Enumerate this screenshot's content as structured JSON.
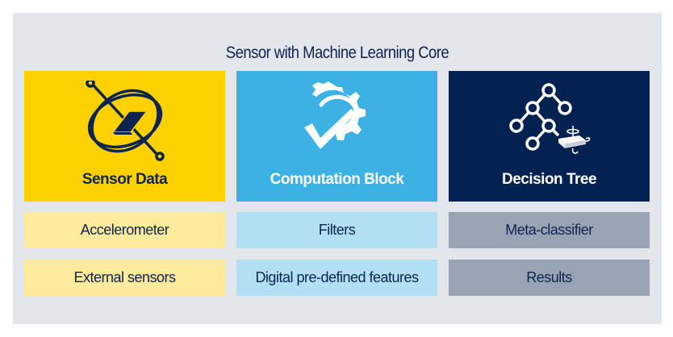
{
  "title": "Sensor with Machine Learning Core",
  "columns": [
    {
      "heading": "Sensor Data",
      "icon": "gyroscope-sensor-icon",
      "color": "#fdd100",
      "items": [
        "Accelerometer",
        "External sensors"
      ],
      "item_color": "#feea9b"
    },
    {
      "heading": "Computation Block",
      "icon": "gear-check-icon",
      "color": "#3cb1e4",
      "items": [
        "Filters",
        "Digital pre-defined features"
      ],
      "item_color": "#b1e0f4"
    },
    {
      "heading": "Decision Tree",
      "icon": "decision-tree-icon",
      "color": "#032251",
      "items": [
        "Meta-classifier",
        "Results"
      ],
      "item_color": "#98a4b3"
    }
  ]
}
